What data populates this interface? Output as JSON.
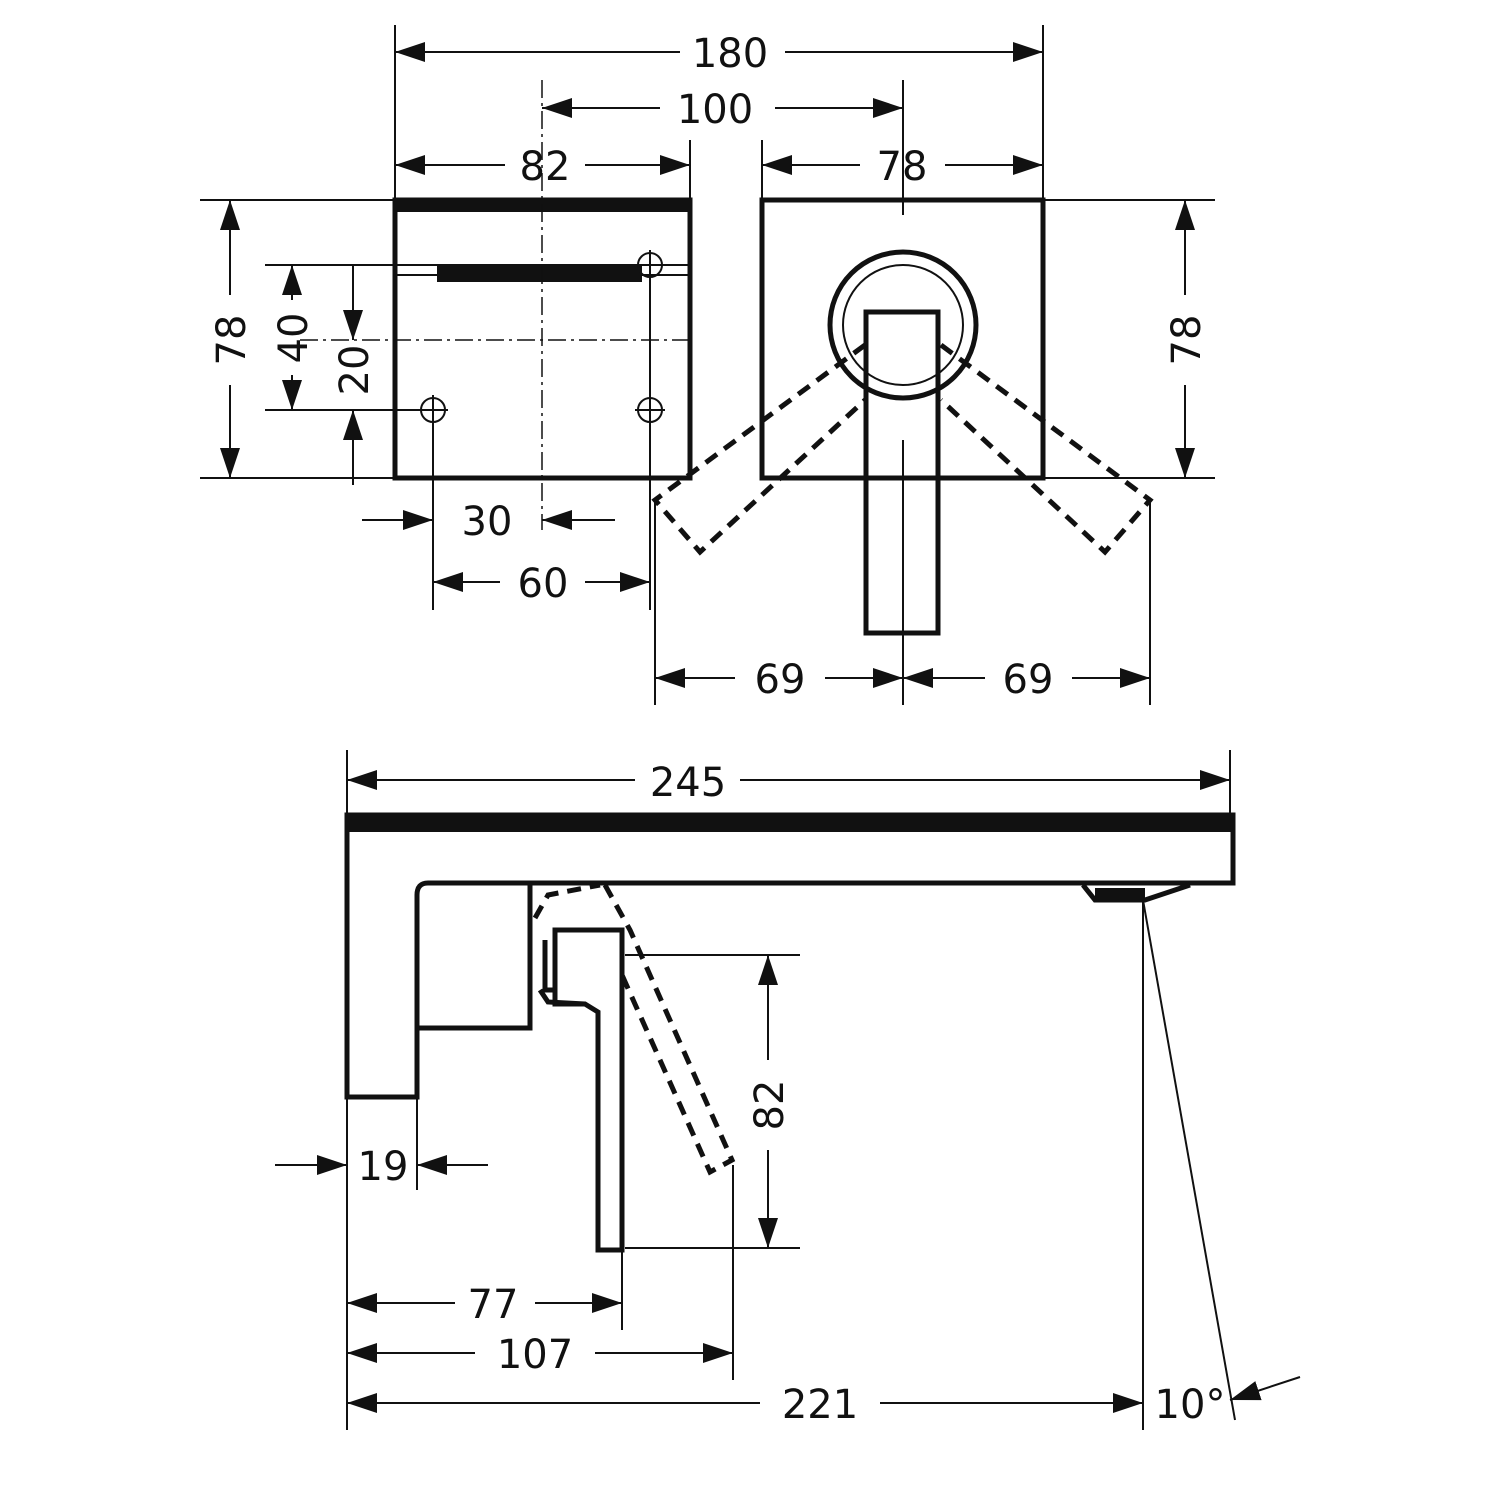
{
  "drawing": {
    "front_view": {
      "dims": {
        "overall_width": "180",
        "center_distance": "100",
        "spout_plate_width": "82",
        "handle_plate_width": "78",
        "plate_height_left": "78",
        "hole_vertical_spacing": "40",
        "hole_offset": "20",
        "hole_half_spacing": "30",
        "hole_spacing": "60",
        "handle_swing_left": "69",
        "handle_swing_right": "69",
        "plate_height_right": "78"
      }
    },
    "side_view": {
      "dims": {
        "spout_length": "245",
        "plate_depth": "19",
        "handle_length": "82",
        "handle_position": "77",
        "handle_swing_reach": "107",
        "outlet_position": "221",
        "jet_angle": "10°"
      }
    },
    "stroke_color": "#111111"
  }
}
